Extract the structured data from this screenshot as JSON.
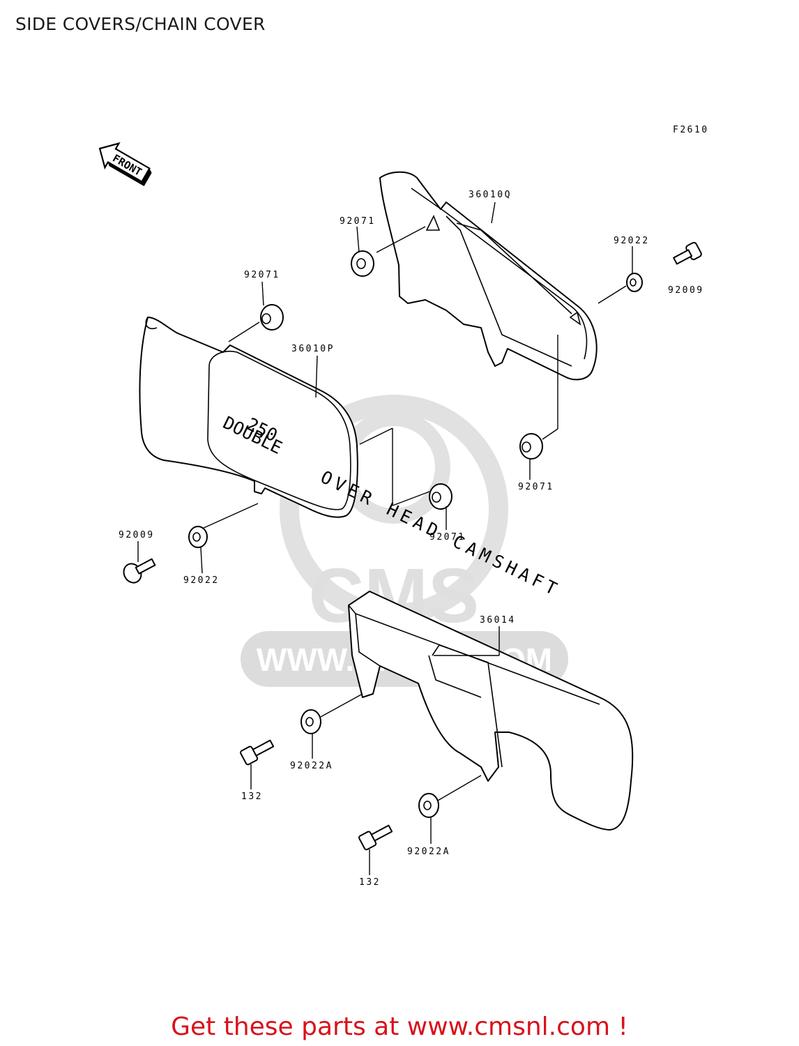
{
  "title": "SIDE COVERS/CHAIN COVER",
  "figure_code": "F2610",
  "front_arrow_label": "FRONT",
  "cover_text": {
    "line1": "DOUBLE",
    "line2": "OVER HEAD CAMSHAFT",
    "badge": "250"
  },
  "watermark": {
    "brand": "CMS",
    "url": "WWW.CMSNL.COM"
  },
  "parts": [
    {
      "label": "36010Q"
    },
    {
      "label": "92071"
    },
    {
      "label": "92022"
    },
    {
      "label": "92009"
    },
    {
      "label": "92071"
    },
    {
      "label": "36010P"
    },
    {
      "label": "92071"
    },
    {
      "label": "92071"
    },
    {
      "label": "92009"
    },
    {
      "label": "92022"
    },
    {
      "label": "36014"
    },
    {
      "label": "92022A"
    },
    {
      "label": "132"
    },
    {
      "label": "92022A"
    },
    {
      "label": "132"
    }
  ],
  "footer": "Get these parts at www.cmsnl.com !",
  "colors": {
    "footer": "#d8121b",
    "watermark": "#d9d9d9"
  }
}
